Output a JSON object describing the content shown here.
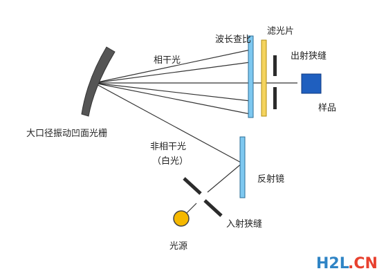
{
  "labels": {
    "grating": "大口径振动凹面光栅",
    "coherent": "相干光",
    "wave_plate": "波长查比",
    "filter": "滤光片",
    "exit_slit": "出射狭缝",
    "sample": "样品",
    "noncoherent_line1": "非相干光",
    "noncoherent_line2": "（白光）",
    "mirror": "反射镜",
    "entrance_slit": "入射狭缝",
    "light_source": "光源"
  },
  "watermark": {
    "brand": "H2L",
    "suffix": ".CN"
  },
  "colors": {
    "grating": "#555555",
    "wave_plate": "#7ec8f0",
    "filter": "#f4d35e",
    "sample": "#1f5fbf",
    "mirror": "#7ec8f0",
    "source": "#f5b800",
    "slit": "#2b2b2b",
    "ray": "#333333",
    "watermark_blue": "#2f84c5",
    "watermark_red": "#e8412f"
  }
}
